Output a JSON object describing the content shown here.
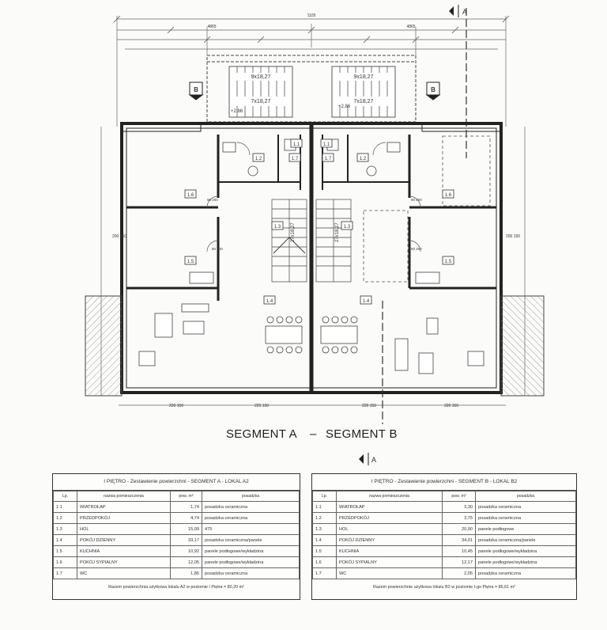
{
  "plan": {
    "room_tags_a": [
      "1.1",
      "1.2",
      "1.3",
      "1.4",
      "1.5",
      "1.6",
      "1.7"
    ],
    "room_tags_b": [
      "1.1",
      "1.2",
      "1.3",
      "1.4",
      "1.5",
      "1.6",
      "1.7"
    ],
    "stair_a_top": "9x18,27",
    "stair_a_bottom": "7x18,27",
    "stair_b_top": "9x18,27",
    "stair_b_bottom": "7x18,27",
    "stair_a_center": "27x18,27",
    "stair_b_center": "27x18,27",
    "riser_label": "27",
    "level_a": "+2,86",
    "level_b": "+2,86",
    "section_b_left": "B",
    "section_b_right": "B",
    "section_a_top": "A",
    "section_a_bottom": "A",
    "dimension_top": "1105",
    "dimension_left": "4865",
    "dimension_right": "4865",
    "window_dims_left": "200\n150",
    "window_dims_right": "200\n150",
    "bottom_dims": [
      "220\n150",
      "220\n150",
      "220\n150",
      "220\n150"
    ],
    "door_90": "90\n200",
    "door_80": "80\n200"
  },
  "segment_labels": {
    "a": "SEGMENT A",
    "dash": "–",
    "b": "SEGMENT B"
  },
  "table_a": {
    "title": "I PIĘTRO - Zestawienie powierzchni - SEGMENT A - LOKAL A2",
    "headers": [
      "Lp.",
      "nazwa pomieszczenia",
      "pow. m²",
      "posadzka"
    ],
    "rows": [
      [
        "1.1",
        "WIATROŁAP",
        "1,74",
        "posadzka ceramiczna"
      ],
      [
        "1.2",
        "PRZEDPOKÓJ",
        "4,74",
        "posadzka ceramiczna"
      ],
      [
        "1.3",
        "HOL",
        "15,09",
        "475"
      ],
      [
        "1.4",
        "POKÓJ DZIENNY",
        "33,17",
        "posadzka ceramiczna/panele"
      ],
      [
        "1.5",
        "KUCHNIA",
        "10,92",
        "panele podłogowe/wykładzina"
      ],
      [
        "1.6",
        "POKÓJ SYPIALNY",
        "12,05",
        "panele podłogowe/wykładzina"
      ],
      [
        "1.7",
        "WC",
        "1,86",
        "posadzka ceramiczna"
      ]
    ],
    "summary": "Razem powierzchnia użytkowa lokalu A2 w poziomie I Piętra = 80,20 m²"
  },
  "table_b": {
    "title": "I PIĘTRO - Zestawienie powierzchni - SEGMENT B - LOKAL B2",
    "headers": [
      "Lp.",
      "nazwa pomieszczenia",
      "pow. m²",
      "posadzka"
    ],
    "rows": [
      [
        "1.1",
        "WIATROŁAP",
        "3,30",
        "posadzka ceramiczna"
      ],
      [
        "1.2",
        "PRZEDPOKÓJ",
        "3,75",
        "posadzka ceramiczna"
      ],
      [
        "1.3",
        "HOL",
        "20,90",
        "panele podłogowe"
      ],
      [
        "1.4",
        "POKÓJ DZIENNY",
        "34,01",
        "posadzka ceramiczna/panele"
      ],
      [
        "1.5",
        "KUCHNIA",
        "10,45",
        "panele podłogowe/wykładzina"
      ],
      [
        "1.6",
        "POKÓJ SYPIALNY",
        "12,17",
        "panele podłogowe/wykładzina"
      ],
      [
        "1.7",
        "WC",
        "2,05",
        "posadzka ceramiczna"
      ]
    ],
    "summary": "Razem powierzchnie użytkowa lokalu B2 w poziomie I-go Piętra = 86,61 m²"
  }
}
